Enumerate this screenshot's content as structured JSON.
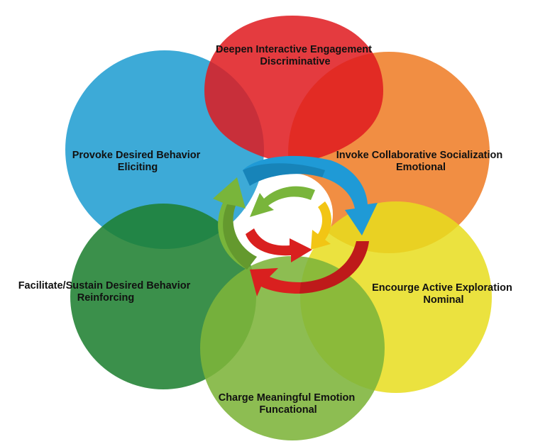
{
  "petals": [
    {
      "title": "Deepen Interactive Engagement",
      "subtitle": "Discriminative",
      "color": "#e01b1f"
    },
    {
      "title": "Invoke Collaborative Socialization",
      "subtitle": "Emotional",
      "color": "#ef7a22"
    },
    {
      "title": "Encourge Active Exploration",
      "subtitle": "Nominal",
      "color": "#e8dd1d"
    },
    {
      "title": "Charge Meaningful Emotion",
      "subtitle": "Funcational",
      "color": "#7db43a"
    },
    {
      "title": "Facilitate/Sustain Desired Behavior",
      "subtitle": "Reinforcing",
      "color": "#1e8030"
    },
    {
      "title": "Provoke Desired Behavior",
      "subtitle": "Eliciting",
      "color": "#1b9bd0"
    }
  ],
  "cycle_arrows": [
    {
      "name": "blue",
      "color": "#1f9ad6"
    },
    {
      "name": "green",
      "color": "#79b53b"
    },
    {
      "name": "red",
      "color": "#d9201f"
    },
    {
      "name": "yellow",
      "color": "#f2c514"
    }
  ]
}
